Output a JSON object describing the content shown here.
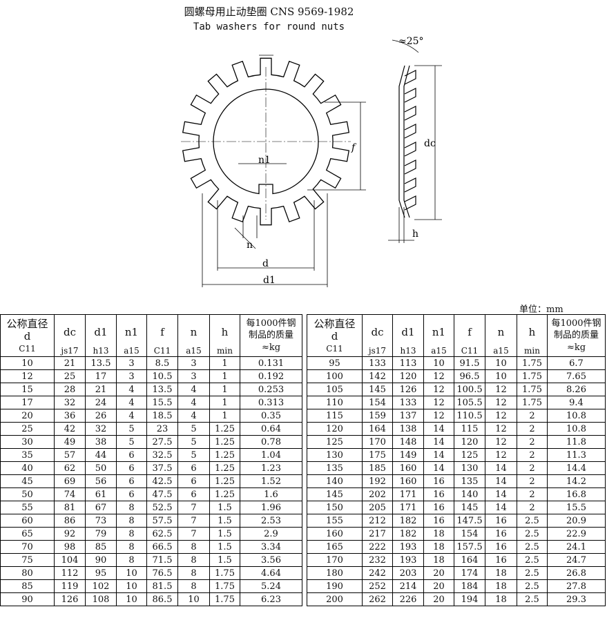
{
  "title": {
    "cn": "圆螺母用止动垫圈 CNS 9569-1982",
    "en": "Tab washers for round nuts"
  },
  "drawing": {
    "labels": {
      "angle": "≈25°",
      "n1": "n1",
      "f": "f",
      "n": "n",
      "d": "d",
      "d1": "d1",
      "dc": "dc",
      "h": "h"
    }
  },
  "unit": "单位：mm",
  "table": {
    "headers": [
      {
        "name": "公称直径d",
        "tol": "C11"
      },
      {
        "name": "dc",
        "tol": "js17"
      },
      {
        "name": "d1",
        "tol": "h13"
      },
      {
        "name": "n1",
        "tol": "a15"
      },
      {
        "name": "f",
        "tol": "C11"
      },
      {
        "name": "n",
        "tol": "a15"
      },
      {
        "name": "h",
        "tol": "min"
      },
      {
        "name": "每1000件钢制品的质量",
        "tol": "≈kg"
      }
    ],
    "left_rows": [
      [
        "10",
        "21",
        "13.5",
        "3",
        "8.5",
        "3",
        "1",
        "0.131"
      ],
      [
        "12",
        "25",
        "17",
        "3",
        "10.5",
        "3",
        "1",
        "0.192"
      ],
      [
        "15",
        "28",
        "21",
        "4",
        "13.5",
        "4",
        "1",
        "0.253"
      ],
      [
        "17",
        "32",
        "24",
        "4",
        "15.5",
        "4",
        "1",
        "0.313"
      ],
      [
        "20",
        "36",
        "26",
        "4",
        "18.5",
        "4",
        "1",
        "0.35"
      ],
      [
        "25",
        "42",
        "32",
        "5",
        "23",
        "5",
        "1.25",
        "0.64"
      ],
      [
        "30",
        "49",
        "38",
        "5",
        "27.5",
        "5",
        "1.25",
        "0.78"
      ],
      [
        "35",
        "57",
        "44",
        "6",
        "32.5",
        "5",
        "1.25",
        "1.04"
      ],
      [
        "40",
        "62",
        "50",
        "6",
        "37.5",
        "6",
        "1.25",
        "1.23"
      ],
      [
        "45",
        "69",
        "56",
        "6",
        "42.5",
        "6",
        "1.25",
        "1.52"
      ],
      [
        "50",
        "74",
        "61",
        "6",
        "47.5",
        "6",
        "1.25",
        "1.6"
      ],
      [
        "55",
        "81",
        "67",
        "8",
        "52.5",
        "7",
        "1.5",
        "1.96"
      ],
      [
        "60",
        "86",
        "73",
        "8",
        "57.5",
        "7",
        "1.5",
        "2.53"
      ],
      [
        "65",
        "92",
        "79",
        "8",
        "62.5",
        "7",
        "1.5",
        "2.9"
      ],
      [
        "70",
        "98",
        "85",
        "8",
        "66.5",
        "8",
        "1.5",
        "3.34"
      ],
      [
        "75",
        "104",
        "90",
        "8",
        "71.5",
        "8",
        "1.5",
        "3.56"
      ],
      [
        "80",
        "112",
        "95",
        "10",
        "76.5",
        "8",
        "1.75",
        "4.64"
      ],
      [
        "85",
        "119",
        "102",
        "10",
        "81.5",
        "8",
        "1.75",
        "5.24"
      ],
      [
        "90",
        "126",
        "108",
        "10",
        "86.5",
        "10",
        "1.75",
        "6.23"
      ]
    ],
    "right_rows": [
      [
        "95",
        "133",
        "113",
        "10",
        "91.5",
        "10",
        "1.75",
        "6.7"
      ],
      [
        "100",
        "142",
        "120",
        "12",
        "96.5",
        "10",
        "1.75",
        "7.65"
      ],
      [
        "105",
        "145",
        "126",
        "12",
        "100.5",
        "12",
        "1.75",
        "8.26"
      ],
      [
        "110",
        "154",
        "133",
        "12",
        "105.5",
        "12",
        "1.75",
        "9.4"
      ],
      [
        "115",
        "159",
        "137",
        "12",
        "110.5",
        "12",
        "2",
        "10.8"
      ],
      [
        "120",
        "164",
        "138",
        "14",
        "115",
        "12",
        "2",
        "10.8"
      ],
      [
        "125",
        "170",
        "148",
        "14",
        "120",
        "12",
        "2",
        "11.8"
      ],
      [
        "130",
        "175",
        "149",
        "14",
        "125",
        "12",
        "2",
        "11.3"
      ],
      [
        "135",
        "185",
        "160",
        "14",
        "130",
        "14",
        "2",
        "14.4"
      ],
      [
        "140",
        "192",
        "160",
        "16",
        "135",
        "14",
        "2",
        "14.2"
      ],
      [
        "145",
        "202",
        "171",
        "16",
        "140",
        "14",
        "2",
        "16.8"
      ],
      [
        "150",
        "205",
        "171",
        "16",
        "145",
        "14",
        "2",
        "15.5"
      ],
      [
        "155",
        "212",
        "182",
        "16",
        "147.5",
        "16",
        "2.5",
        "20.9"
      ],
      [
        "160",
        "217",
        "182",
        "18",
        "154",
        "16",
        "2.5",
        "22.9"
      ],
      [
        "165",
        "222",
        "193",
        "18",
        "157.5",
        "16",
        "2.5",
        "24.1"
      ],
      [
        "170",
        "232",
        "193",
        "18",
        "164",
        "16",
        "2.5",
        "24.7"
      ],
      [
        "180",
        "242",
        "203",
        "20",
        "174",
        "18",
        "2.5",
        "26.8"
      ],
      [
        "190",
        "252",
        "214",
        "20",
        "184",
        "18",
        "2.5",
        "27.8"
      ],
      [
        "200",
        "262",
        "226",
        "20",
        "194",
        "18",
        "2.5",
        "29.3"
      ]
    ]
  }
}
